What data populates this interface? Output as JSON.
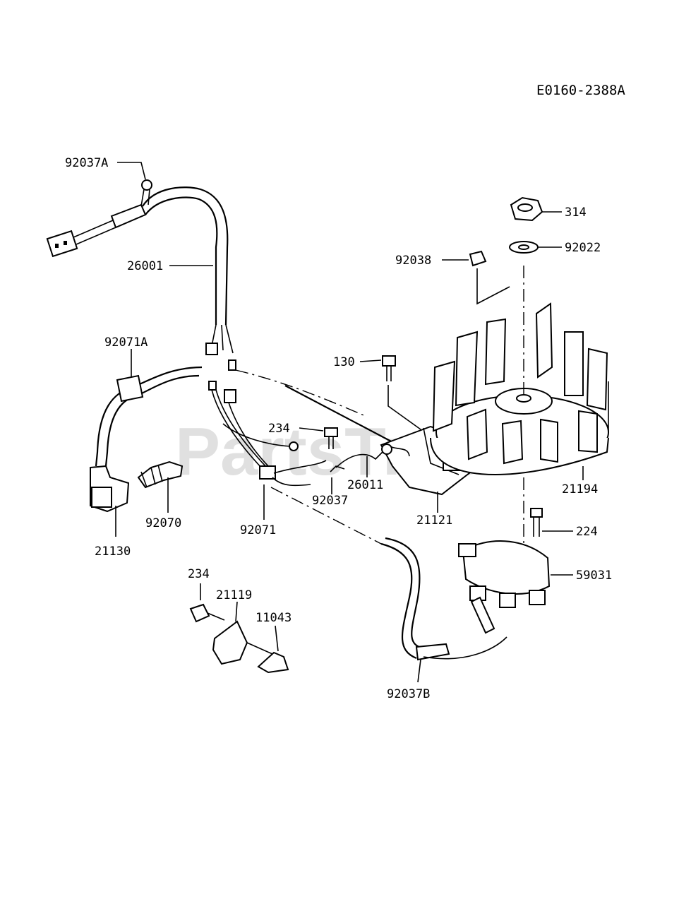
{
  "diagram_ref": "E0160-2388A",
  "watermark": "PartsTree",
  "parts": [
    {
      "id": "p-92037A",
      "label": "92037A"
    },
    {
      "id": "p-26001",
      "label": "26001"
    },
    {
      "id": "p-92071A",
      "label": "92071A"
    },
    {
      "id": "p-21130",
      "label": "21130"
    },
    {
      "id": "p-92070",
      "label": "92070"
    },
    {
      "id": "p-92071",
      "label": "92071"
    },
    {
      "id": "p-234a",
      "label": "234"
    },
    {
      "id": "p-92037",
      "label": "92037"
    },
    {
      "id": "p-26011",
      "label": "26011"
    },
    {
      "id": "p-21121",
      "label": "21121"
    },
    {
      "id": "p-130",
      "label": "130"
    },
    {
      "id": "p-92038",
      "label": "92038"
    },
    {
      "id": "p-314",
      "label": "314"
    },
    {
      "id": "p-92022",
      "label": "92022"
    },
    {
      "id": "p-21194",
      "label": "21194"
    },
    {
      "id": "p-224",
      "label": "224"
    },
    {
      "id": "p-59031",
      "label": "59031"
    },
    {
      "id": "p-234b",
      "label": "234"
    },
    {
      "id": "p-21119",
      "label": "21119"
    },
    {
      "id": "p-11043",
      "label": "11043"
    },
    {
      "id": "p-92037B",
      "label": "92037B"
    }
  ]
}
